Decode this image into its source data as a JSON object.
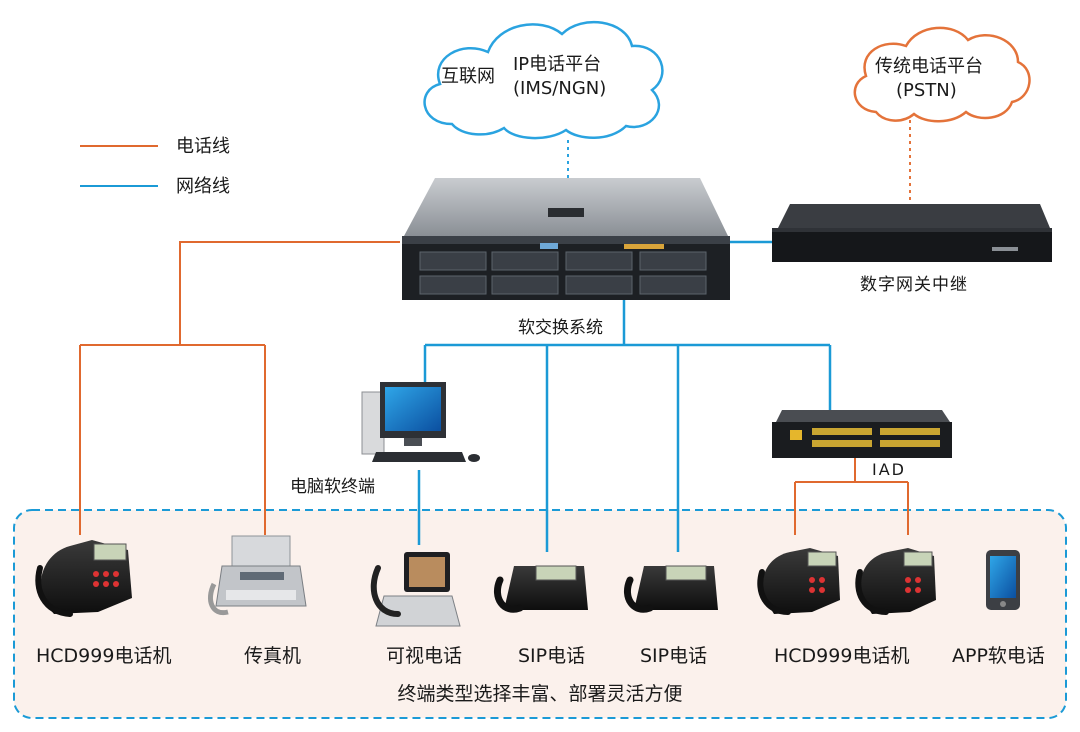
{
  "colors": {
    "phone_line": "#e0692f",
    "network_line": "#1b9ad6",
    "cloud_ip_outline": "#2aa3e0",
    "cloud_pstn_outline": "#e4733a",
    "panel_fill": "#fbf1ec",
    "panel_border": "#1b9ad6",
    "caption_text": "#2a5aa8"
  },
  "legend": {
    "phone_line_label": "电话线",
    "network_line_label": "网络线"
  },
  "clouds": {
    "ip_platform": {
      "left_text": "互联网",
      "line1": "IP电话平台",
      "line2": "(IMS/NGN)"
    },
    "pstn_platform": {
      "line1": "传统电话平台",
      "line2": "(PSTN)"
    }
  },
  "devices": {
    "softswitch_label": "软交换系统",
    "gateway_label": "数字网关中继",
    "pc_label": "电脑软终端",
    "iad_label": "IAD"
  },
  "terminals": [
    {
      "label": "HCD999电话机",
      "icon": "desk-phone-icon"
    },
    {
      "label": "传真机",
      "icon": "fax-icon"
    },
    {
      "label": "可视电话",
      "icon": "video-phone-icon"
    },
    {
      "label": "SIP电话",
      "icon": "sip-phone-icon"
    },
    {
      "label": "SIP电话",
      "icon": "sip-phone-icon"
    },
    {
      "label": "HCD999电话机",
      "icon": "desk-phone-icon"
    },
    {
      "label": "APP软电话",
      "icon": "smartphone-icon"
    }
  ],
  "caption": "终端类型选择丰富、部署灵活方便"
}
